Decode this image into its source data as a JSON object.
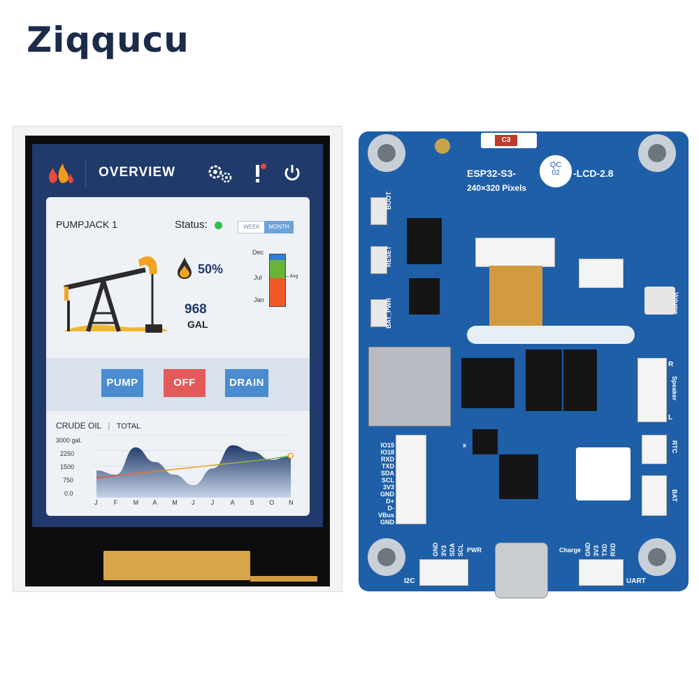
{
  "brand": {
    "name": "Ziqqucu"
  },
  "lcd": {
    "header": {
      "title": "OVERVIEW",
      "icons": [
        "flame-icon",
        "gears-icon",
        "alert-icon",
        "power-icon"
      ]
    },
    "card": {
      "device_name": "PUMPJACK 1",
      "status_label": "Status:",
      "status_color": "#2fbf4a",
      "tabs": [
        "WEEK",
        "MONTH"
      ],
      "level_percent": "50%",
      "volume_value": "968",
      "volume_unit": "GAL",
      "gauge_labels": [
        "Dec",
        "Jul",
        "Jan"
      ],
      "gauge_avg_label": "Avg",
      "buttons": [
        {
          "label": "PUMP",
          "color": "#4a8ccf"
        },
        {
          "label": "OFF",
          "color": "#e35a5a"
        },
        {
          "label": "DRAIN",
          "color": "#4a8ccf"
        }
      ]
    },
    "chart": {
      "title": "CRUDE OIL",
      "subtitle": "TOTAL",
      "y_ticks": [
        "3000 gal.",
        "2250",
        "1500",
        "750",
        "0.0"
      ],
      "x_ticks": [
        "J",
        "F",
        "M",
        "A",
        "M",
        "J",
        "J",
        "A",
        "S",
        "O",
        "N"
      ]
    }
  },
  "chart_data": {
    "type": "area",
    "title": "CRUDE OIL",
    "subtitle": "TOTAL",
    "categories": [
      "J",
      "F",
      "M",
      "A",
      "M",
      "J",
      "J",
      "A",
      "S",
      "O",
      "N"
    ],
    "ylim": [
      0,
      3000
    ],
    "series": [
      {
        "values": [
          1300,
          1100,
          2400,
          1700,
          1100,
          600,
          1400,
          2500,
          2200,
          1800,
          2000
        ]
      },
      {
        "values": [
          950,
          1050,
          1150,
          1250,
          1350,
          1450,
          1550,
          1650,
          1750,
          1850,
          2000
        ]
      }
    ]
  },
  "pcb": {
    "model_prefix": "ESP32-S3-",
    "model_suffix": "-LCD-2.8",
    "resolution": "240×320 Pixels",
    "qc_label": "QC",
    "qc_num": "02",
    "c3_label": "C3",
    "left_buttons": [
      "BOOT",
      "RESET",
      "BAT_PWR"
    ],
    "left_pins": [
      "IO15",
      "IO18",
      "RXD",
      "TXD",
      "SDA",
      "SCL",
      "3V3",
      "GND",
      "D+",
      "D-",
      "VBus",
      "GND"
    ],
    "i2c_pins": [
      "GND",
      "3V3",
      "SDA",
      "SCL"
    ],
    "uart_pins": [
      "GND",
      "3V3",
      "TXD",
      "RXD"
    ],
    "labels": {
      "pwr": "PWR",
      "charge": "Charge",
      "i2c": "I2C",
      "uart": "UART",
      "speaker": "Speaker",
      "speaker_r": "R",
      "speaker_l": "L",
      "rtc": "RTC",
      "bat": "BAT",
      "volume": "Volume",
      "x_axis": "x"
    }
  }
}
